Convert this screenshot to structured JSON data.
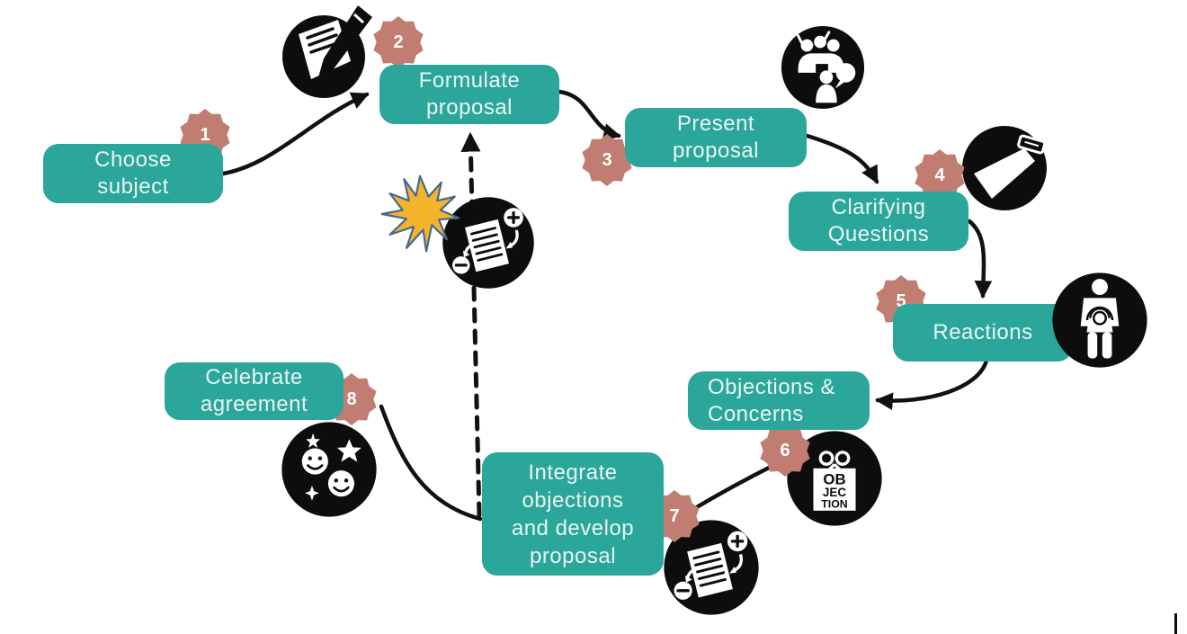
{
  "diagram": {
    "steps": [
      {
        "num": "1",
        "label": "Choose\nsubject"
      },
      {
        "num": "2",
        "label": "Formulate\nproposal"
      },
      {
        "num": "3",
        "label": "Present\nproposal"
      },
      {
        "num": "4",
        "label": "Clarifying\nQuestions"
      },
      {
        "num": "5",
        "label": "Reactions"
      },
      {
        "num": "6",
        "label": "Objections &\nConcerns"
      },
      {
        "num": "7",
        "label": "Integrate\nobjections\nand develop\nproposal"
      },
      {
        "num": "8",
        "label": "Celebrate\nagreement"
      }
    ],
    "icons": {
      "step2": "notepad-pencil-icon",
      "step3": "group-discussion-icon",
      "step4": "flashlight-icon",
      "step5": "gut-feeling-body-icon",
      "step6": "objection-gift-icon",
      "step7": "revise-proposal-icon",
      "step8": "celebration-smileys-icon",
      "center": "revise-proposal-icon",
      "center_burst": "starburst-icon",
      "objection_text": [
        "OB",
        "JEC",
        "TION"
      ]
    },
    "colors": {
      "box": "#2BA69B",
      "box_text": "#E9F5F2",
      "badge": "#C17D72",
      "badge_text": "#FFFFFF",
      "icon_bg": "#0D0D0D",
      "arrow": "#111111",
      "starburst_fill": "#F3B42C",
      "starburst_stroke": "#47688E",
      "background": "#FFFFFF"
    }
  }
}
